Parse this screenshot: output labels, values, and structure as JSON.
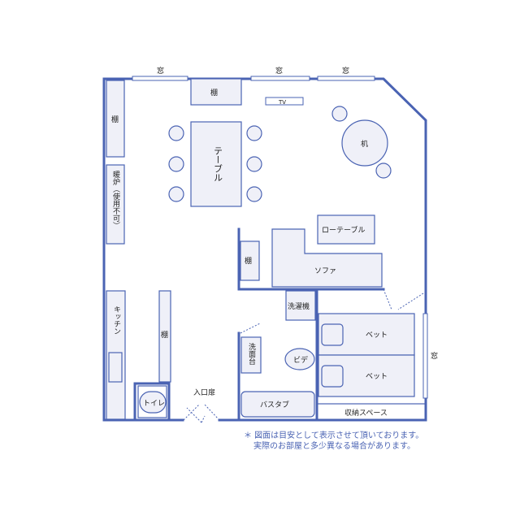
{
  "labels": {
    "window": "窓",
    "shelf": "棚",
    "tv": "TV",
    "table": "テーブル",
    "desk": "机",
    "fireplace": "暖炉（使用不可）",
    "low_table": "ローテーブル",
    "sofa": "ソファ",
    "washer": "洗濯機",
    "washbasin": "洗面台",
    "bidet": "ビデ",
    "bed": "ベット",
    "kitchen": "キッチン",
    "toilet": "トイレ",
    "entrance": "入口扉",
    "bathtub": "バスタブ",
    "storage": "収納スペース"
  },
  "note": {
    "line1": "＊ 図面は目安として表示させて頂いております。",
    "line2": "実際のお部屋と多少異なる場合があります。"
  },
  "colors": {
    "line": "#4a63b3",
    "fill": "#eff0f8"
  }
}
